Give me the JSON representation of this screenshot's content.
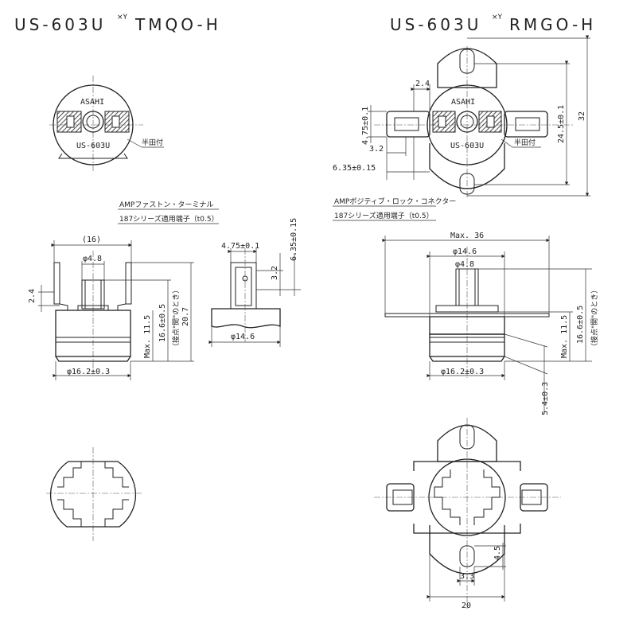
{
  "titles": {
    "left": "US-603U",
    "left_suffix": "TMQO-H",
    "right": "US-603U",
    "right_suffix": "RMGO-H",
    "variant_mark": "×Y"
  },
  "labels": {
    "brand": "ASAHI",
    "model": "US-603U",
    "solder": "半田付",
    "amp_fasten": "AMPファストン・ターミナル",
    "amp_fasten_spec": "187シリーズ適用端子（t0.5）",
    "amp_positive": "AMPポジティブ・ロック・コネクター",
    "amp_positive_spec": "187シリーズ適用端子（t0.5）",
    "open_note": "（接点\"開\"のとき）"
  },
  "dims": {
    "d16": "(16)",
    "phi48a": "φ4.8",
    "d24a": "2.4",
    "max115a": "Max. 11.5",
    "d166a": "16.6±0.5",
    "d207": "20.7",
    "phi162a": "φ16.2±0.3",
    "d475a": "4.75±0.1",
    "d635a": "6.35±0.15",
    "d32a": "3.2",
    "phi146a": "φ14.6",
    "d24b": "2.4",
    "d475b": "4.75±0.1",
    "d32b": "3.2",
    "d635b": "6.35±0.15",
    "d245": "24.5±0.1",
    "d32": "32",
    "max36": "Max. 36",
    "phi146b": "φ14.6",
    "phi48b": "φ4.8",
    "max115b": "Max. 11.5",
    "d166b": "16.6±0.5",
    "phi162b": "φ16.2±0.3",
    "d54": "5.4±0.3",
    "d45": "4.5",
    "d33": "3.3",
    "d20": "20"
  }
}
